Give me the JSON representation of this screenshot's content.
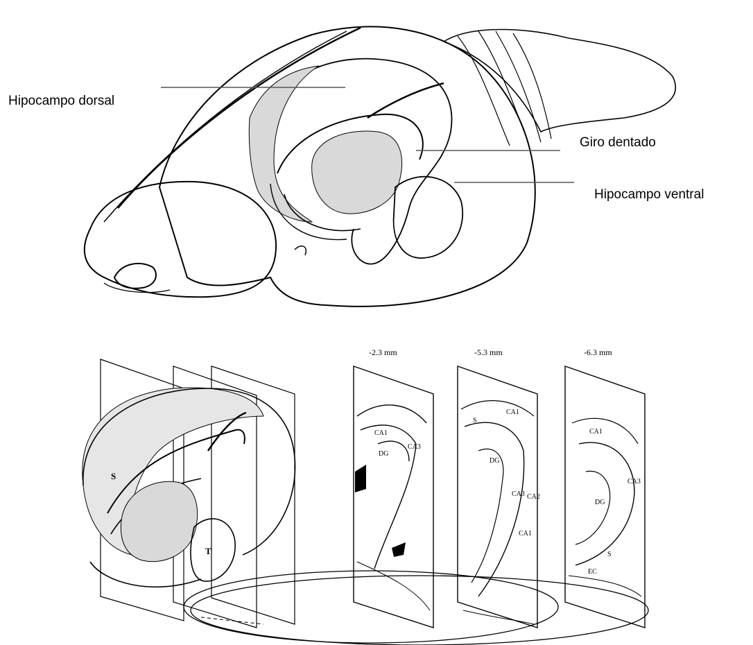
{
  "labels": {
    "dorsal": "Hipocampo dorsal",
    "dentate": "Giro dentado",
    "ventral": "Hipocampo ventral"
  },
  "slices": [
    {
      "label": "-2.3 mm",
      "abbr": [
        "CA1",
        "CA3",
        "DG"
      ]
    },
    {
      "label": "-5.3 mm",
      "abbr": [
        "CA1",
        "DG",
        "CA3",
        "CA2",
        "CA1",
        "S"
      ]
    },
    {
      "label": "-6.3 mm",
      "abbr": [
        "CA1",
        "CA3",
        "DG",
        "S",
        "EC"
      ]
    }
  ],
  "small_letters": [
    "S",
    "T"
  ],
  "colors": {
    "ink": "#000000",
    "shade": "#d9d9d9",
    "leader": "#555555"
  }
}
